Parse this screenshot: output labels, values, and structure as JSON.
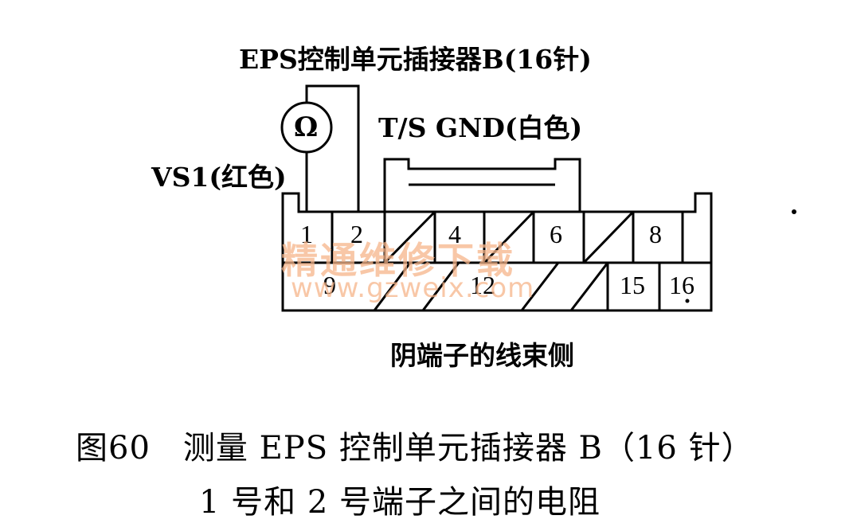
{
  "diagram": {
    "title": "EPS控制单元插接器B(16针)",
    "ohmmeter_symbol": "Ω",
    "tsgnd_label": "T/S GND(白色)",
    "vs1_label": "VS1(红色)",
    "harness_side_label": "阴端子的线束侧",
    "pins": {
      "p1": "1",
      "p2": "2",
      "p4": "4",
      "p6": "6",
      "p8": "8",
      "p9": "9",
      "p12": "12",
      "p15": "15",
      "p16": "16"
    }
  },
  "watermark": {
    "line1": "精通维修下载",
    "line2": "www.gzweix.com"
  },
  "caption": {
    "line1": "图60　测量 EPS 控制单元插接器 B（16 针）",
    "line2": "1 号和 2 号端子之间的电阻"
  }
}
